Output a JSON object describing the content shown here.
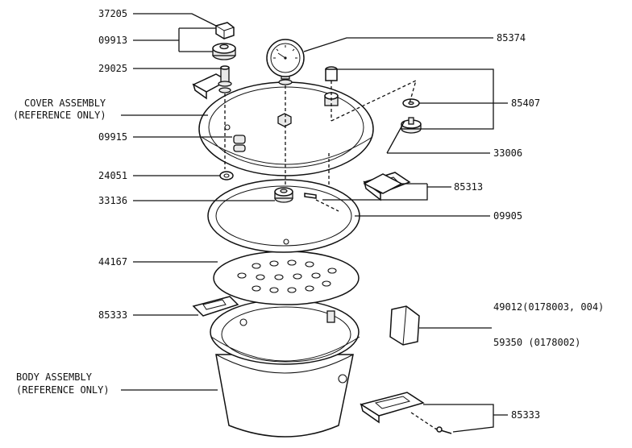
{
  "labels": {
    "p37205": "37205",
    "p09913": "09913",
    "p29025": "29025",
    "cover_line1": "COVER ASSEMBLY",
    "cover_line2": "(REFERENCE ONLY)",
    "p09915": "09915",
    "p24051": "24051",
    "p33136": "33136",
    "p44167": "44167",
    "p85333_top": "85333",
    "body_line1": "BODY ASSEMBLY",
    "body_line2": "(REFERENCE ONLY)",
    "p85374": "85374",
    "p85407": "85407",
    "p33006": "33006",
    "p85313": "85313",
    "p09905": "09905",
    "p49012": "49012(0178003, 004)",
    "p59350": "59350 (0178002)",
    "p85333_bottom": "85333"
  }
}
